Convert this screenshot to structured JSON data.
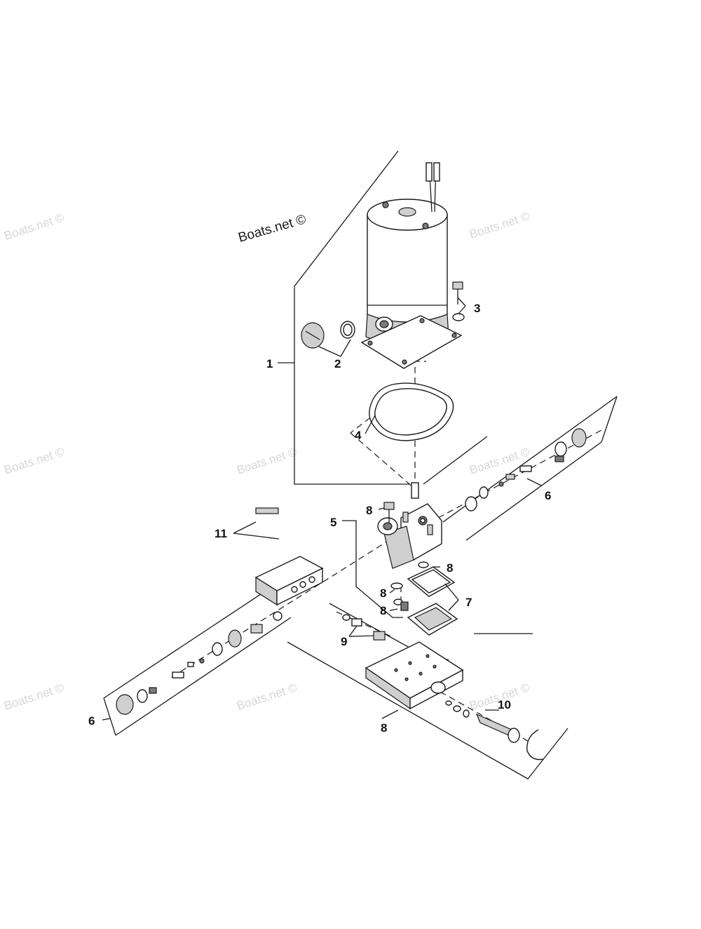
{
  "watermark_text": "Boats.net ©",
  "brand_label": "Boats.net ©",
  "callouts": [
    {
      "id": "1",
      "label": "1"
    },
    {
      "id": "2",
      "label": "2"
    },
    {
      "id": "3",
      "label": "3"
    },
    {
      "id": "4",
      "label": "4"
    },
    {
      "id": "5",
      "label": "5"
    },
    {
      "id": "6a",
      "label": "6"
    },
    {
      "id": "6b",
      "label": "6"
    },
    {
      "id": "7",
      "label": "7"
    },
    {
      "id": "8a",
      "label": "8"
    },
    {
      "id": "8b",
      "label": "8"
    },
    {
      "id": "8c",
      "label": "8"
    },
    {
      "id": "8d",
      "label": "8"
    },
    {
      "id": "8e",
      "label": "8"
    },
    {
      "id": "9",
      "label": "9"
    },
    {
      "id": "10",
      "label": "10"
    },
    {
      "id": "11",
      "label": "11"
    }
  ]
}
